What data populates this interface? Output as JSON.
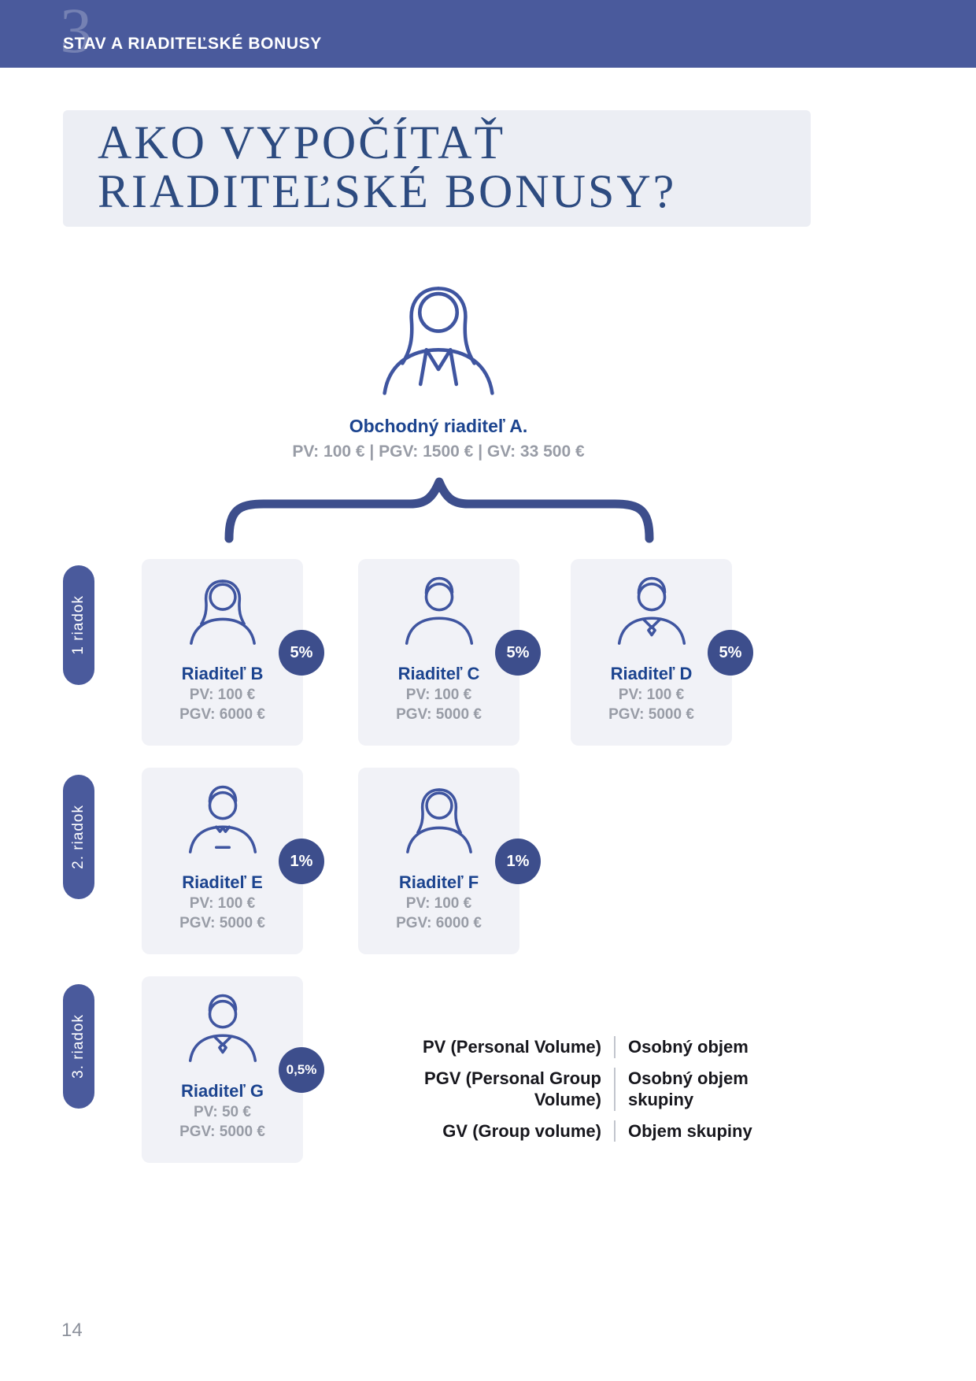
{
  "header": {
    "chapter_number": "3",
    "title": "STAV A RIADITEĽSKÉ BONUSY"
  },
  "title": {
    "line1": "AKO VYPOČÍTAŤ",
    "line2": "RIADITEĽSKÉ BONUSY?"
  },
  "root": {
    "name": "Obchodný riaditeľ A.",
    "stats": "PV: 100 € | PGV: 1500 € | GV: 33 500 €",
    "icon": "woman-jacket-avatar"
  },
  "rows": [
    {
      "label": "1 riadok",
      "cards": [
        {
          "name": "Riaditeľ B",
          "pv": "PV: 100 €",
          "pgv": "PGV: 6000 €",
          "badge": "5%",
          "icon": "woman-avatar"
        },
        {
          "name": "Riaditeľ C",
          "pv": "PV: 100 €",
          "pgv": "PGV: 5000 €",
          "badge": "5%",
          "icon": "man-avatar"
        },
        {
          "name": "Riaditeľ D",
          "pv": "PV: 100 €",
          "pgv": "PGV: 5000 €",
          "badge": "5%",
          "icon": "man-tie-avatar"
        }
      ]
    },
    {
      "label": "2. riadok",
      "cards": [
        {
          "name": "Riaditeľ E",
          "pv": "PV: 100 €",
          "pgv": "PGV: 5000 €",
          "badge": "1%",
          "icon": "man-shirt-avatar"
        },
        {
          "name": "Riaditeľ F",
          "pv": "PV: 100 €",
          "pgv": "PGV: 6000 €",
          "badge": "1%",
          "icon": "woman-avatar"
        }
      ]
    },
    {
      "label": "3. riadok",
      "cards": [
        {
          "name": "Riaditeľ G",
          "pv": "PV: 50 €",
          "pgv": "PGV: 5000 €",
          "badge": "0,5%",
          "icon": "man-tie-avatar"
        }
      ]
    }
  ],
  "legend": [
    {
      "abbr": "PV",
      "full": "(Personal Volume)",
      "meaning": "Osobný objem"
    },
    {
      "abbr": "PGV",
      "full": "(Personal Group Volume)",
      "meaning": "Osobný objem skupiny"
    },
    {
      "abbr": "GV",
      "full": "(Group volume)",
      "meaning": "Objem skupiny"
    }
  ],
  "page_number": "14",
  "colors": {
    "header": "#4a5a9c",
    "titlebox": "#eceef4",
    "titleink": "#2d4b80",
    "name": "#1c448f",
    "gray": "#989ca6",
    "card": "#f1f2f7",
    "badge": "#3d4e8c",
    "icon": "#3f55a0",
    "legend": "#17171d",
    "divider": "#c2c5cd",
    "pagenum": "#8b909b"
  }
}
